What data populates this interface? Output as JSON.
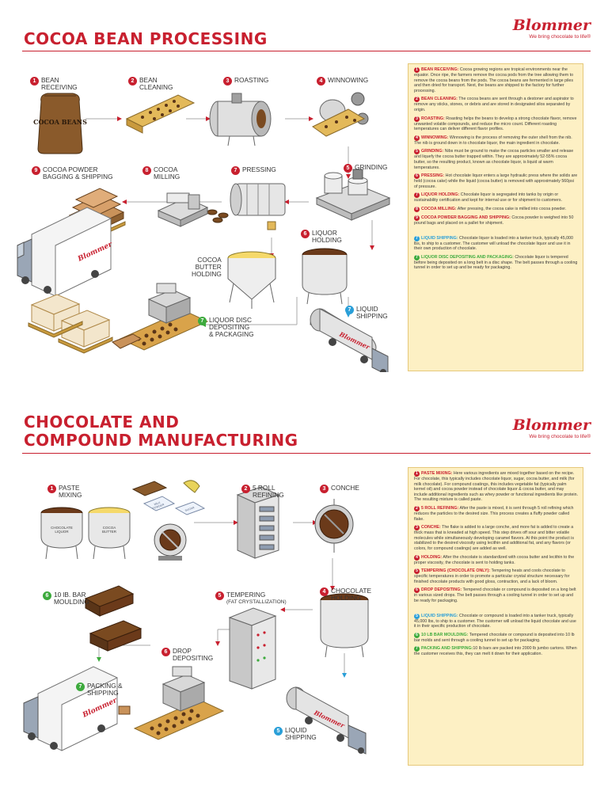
{
  "section1": {
    "title": "COCOA BEAN PROCESSING",
    "brand": "Blommer",
    "tagline": "We bring chocolate to life®",
    "bag_text": "COCOA BEANS",
    "steps": [
      {
        "num": "1",
        "label": "BEAN\nRECEIVING",
        "color": "red"
      },
      {
        "num": "2",
        "label": "BEAN\nCLEANING",
        "color": "red"
      },
      {
        "num": "3",
        "label": "ROASTING",
        "color": "red"
      },
      {
        "num": "4",
        "label": "WINNOWING",
        "color": "red"
      },
      {
        "num": "5",
        "label": "GRINDING",
        "color": "red"
      },
      {
        "num": "6",
        "label": "LIQUOR\nHOLDING",
        "color": "red"
      },
      {
        "num": "7",
        "label": "PRESSING",
        "color": "red"
      },
      {
        "num": "8",
        "label": "COCOA\nMILLING",
        "color": "red"
      },
      {
        "num": "9",
        "label": "COCOA POWDER\nBAGGING & SHIPPING",
        "color": "red"
      },
      {
        "num": "7",
        "label": "LIQUID\nSHIPPING",
        "color": "blue"
      },
      {
        "num": "7",
        "label": "LIQUOR DISC\nDEPOSITING\n& PACKAGING",
        "color": "green"
      }
    ],
    "cocoa_butter_label": "COCOA\nBUTTER\nHOLDING",
    "panel": [
      {
        "num": "1",
        "color": "red",
        "head": "BEAN RECEIVING:",
        "text": " Cocoa growing regions are tropical environments near the equator. Once ripe, the farmers remove the cocoa pods from the tree allowing them to remove the cocoa beans from the pods. The cocoa beans are fermented in large piles and then dried for transport. Next, the beans are shipped to the factory for further processing."
      },
      {
        "num": "2",
        "color": "red",
        "head": "BEAN CLEANING:",
        "text": " The cocoa beans are sent through a destoner and aspirator to remove any sticks, stones, or debris and are stored in designated silos separated by origin."
      },
      {
        "num": "3",
        "color": "red",
        "head": "ROASTING:",
        "text": " Roasting helps the beans to develop a strong chocolate flavor, remove unwanted volatile compounds, and reduce the micro count. Different roasting temperatures can deliver different flavor profiles."
      },
      {
        "num": "4",
        "color": "red",
        "head": "WINNOWING:",
        "text": " Winnowing is the process of removing the outer shell from the nib. The nib is ground down in to chocolate liquor, the main ingredient in chocolate."
      },
      {
        "num": "5",
        "color": "red",
        "head": "GRINDING:",
        "text": " Nibs must be ground to make the cocoa particles smaller and release and liquefy the cocoa butter trapped within. They are approximately 52-55% cocoa butter, so the resulting product, known as chocolate liquor, is liquid at warm temperatures."
      },
      {
        "num": "6",
        "color": "red",
        "head": "PRESSING:",
        "text": " Hot chocolate liquor enters a large hydraulic press where the solids are held (cocoa cake) while the liquid (cocoa butter) is removed with approximately 560psi of pressure."
      },
      {
        "num": "7",
        "color": "red",
        "head": "LIQUOR HOLDING:",
        "text": " Chocolate liquor is segregated into tanks by origin or sustainability certification and kept for internal use or for shipment to customers."
      },
      {
        "num": "8",
        "color": "red",
        "head": "COCOA MILLING:",
        "text": " After pressing, the cocoa cake is milled into cocoa powder."
      },
      {
        "num": "9",
        "color": "red",
        "head": "COCOA POWDER BAGGING AND SHIPPING:",
        "text": " Cocoa powder is weighed into 50 pound bags and placed on a pallet for shipment."
      },
      {
        "num": "7",
        "color": "blue",
        "head": "LIQUID SHIPPING:",
        "text": " Chocolate liquor is loaded into a tanker truck, typically 45,000 lbs, to ship to a customer. The customer will unload the chocolate liquor and use it in their own production of chocolate."
      },
      {
        "num": "7",
        "color": "green",
        "head": "LIQUOR DISC DEPOSITING AND PACKAGING:",
        "text": " Chocolate liquor is tempered before being deposited on a long belt in a disc shape. The belt passes through a cooling tunnel in order to set up and be ready for packaging."
      }
    ]
  },
  "section2": {
    "title_line1": "CHOCOLATE AND",
    "title_line2": "COMPOUND MANUFACTURING",
    "brand": "Blommer",
    "tagline": "We bring chocolate to life®",
    "tank_labels": [
      "CHOCOLATE\nLIQUOR",
      "COCOA\nBUTTER"
    ],
    "bag_labels": [
      "MILK\nPOWDER",
      "SUGAR"
    ],
    "steps": [
      {
        "num": "1",
        "label": "PASTE\nMIXING",
        "color": "red"
      },
      {
        "num": "2",
        "label": "5 ROLL\nREFINING",
        "color": "red"
      },
      {
        "num": "3",
        "label": "CONCHE",
        "color": "red"
      },
      {
        "num": "4",
        "label": "CHOCOLATE\nHOLDING",
        "color": "red"
      },
      {
        "num": "5",
        "label": "TEMPERING",
        "sub": "(FAT CRYSTALLIZATION)",
        "color": "red"
      },
      {
        "num": "6",
        "label": "DROP\nDEPOSITING",
        "color": "red"
      },
      {
        "num": "6",
        "label": "10 lB. BAR\nMOULDING",
        "color": "green"
      },
      {
        "num": "7",
        "label": "PACKING &\nSHIPPING",
        "color": "green"
      },
      {
        "num": "5",
        "label": "LIQUID\nSHIPPING",
        "color": "blue"
      }
    ],
    "panel": [
      {
        "num": "1",
        "color": "red",
        "head": "PASTE MIXING:",
        "text": " Here various ingredients are mixed together based on the recipe. For chocolate, this typically includes chocolate liquor, sugar, cocoa butter, and milk (for milk chocolate). For compound coatings, this includes vegetable fat (typically palm kernel oil) and cocoa powder instead of chocolate liquor & cocoa butter, and may include additional ingredients such as whey powder or functional ingredients like protein. The resulting mixture is called paste."
      },
      {
        "num": "2",
        "color": "red",
        "head": "5 ROLL REFINING:",
        "text": " After the paste is mixed, it is sent through 5 roll refining which reduces the particles to the desired size. This process creates a fluffy powder called flake."
      },
      {
        "num": "3",
        "color": "red",
        "head": "CONCHE:",
        "text": " The flake is added to a large conche, and more fat is added to create a thick mass that is kneaded at high speed. This step drives off sour and bitter volatile molecules while simultaneously developing caramel flavors. At this point the product is stabilized to the desired viscosity using lecithin and additional fat, and any flavors (or colors, for compound coatings) are added as well."
      },
      {
        "num": "4",
        "color": "red",
        "head": "HOLDING:",
        "text": " After the chocolate is standardized with cocoa butter and lecithin to the proper viscosity, the chocolate is sent to holding tanks."
      },
      {
        "num": "5",
        "color": "red",
        "head": "TEMPERING (CHOCOLATE ONLY):",
        "text": " Tempering heats and cools chocolate to specific temperatures in order to promote a particular crystal structure necessary for finished chocolate products with good gloss, contraction, and a lack of bloom."
      },
      {
        "num": "6",
        "color": "red",
        "head": "DROP DEPOSITING:",
        "text": " Tempered chocolate or compound is deposited on a long belt in various sized drops. The belt passes through a cooling tunnel in order to set up and be ready for packaging."
      },
      {
        "num": "5",
        "color": "blue",
        "head": "LIQUID SHIPPING:",
        "text": " Chocolate or compound is loaded into a tanker truck, typically 45,000 lbs, to ship to a customer. The customer will unload the liquid chocolate and use it in their specific production of chocolate."
      },
      {
        "num": "6",
        "color": "green",
        "head": "10 LB BAR MOULDING:",
        "text": " Tempered chocolate or compound is deposited into 10 lb bar molds and sent through a cooling tunnel to set up for packaging."
      },
      {
        "num": "7",
        "color": "green",
        "head": "PACKING AND SHIPPING:",
        "text": "10 lb bars are packed into 2000 lb jumbo cartons. When the customer receives this, they can melt it down for their application."
      }
    ]
  }
}
